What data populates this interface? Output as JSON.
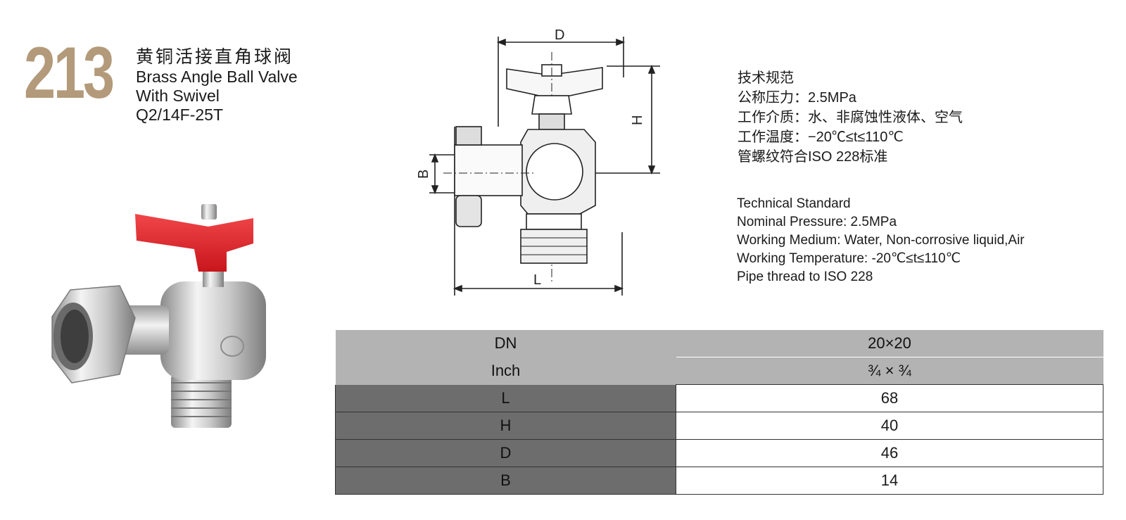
{
  "header": {
    "model_number": "213",
    "title_cn": "黄铜活接直角球阀",
    "title_en_1": "Brass Angle Ball Valve",
    "title_en_2": "With Swivel",
    "model_code": "Q2/14F-25T"
  },
  "drawing": {
    "label_d": "D",
    "label_h": "H",
    "label_b": "B",
    "label_l": "L"
  },
  "spec_cn": {
    "title": "技术规范",
    "pressure": "公称压力：2.5MPa",
    "medium": "工作介质：水、非腐蚀性液体、空气",
    "temperature": "工作温度：−20℃≤t≤110℃",
    "thread": "管螺纹符合ISO 228标准"
  },
  "spec_en": {
    "title": "Technical Standard",
    "pressure": "Nominal Pressure:  2.5MPa",
    "medium": "Working Medium:  Water, Non-corrosive liquid,Air",
    "temperature": "Working Temperature:  -20℃≤t≤110℃",
    "thread": "Pipe thread to ISO 228"
  },
  "table": {
    "rows": [
      {
        "label": "DN",
        "value": "20×20"
      },
      {
        "label": "Inch",
        "value": "¾ × ¾"
      },
      {
        "label": "L",
        "value": "68"
      },
      {
        "label": "H",
        "value": "40"
      },
      {
        "label": "D",
        "value": "46"
      },
      {
        "label": "B",
        "value": "14"
      }
    ]
  },
  "colors": {
    "model_number": "#b39a7a",
    "handle": "#e0242a",
    "header_gray": "#b3b3b3",
    "label_gray": "#6d6d6d"
  }
}
